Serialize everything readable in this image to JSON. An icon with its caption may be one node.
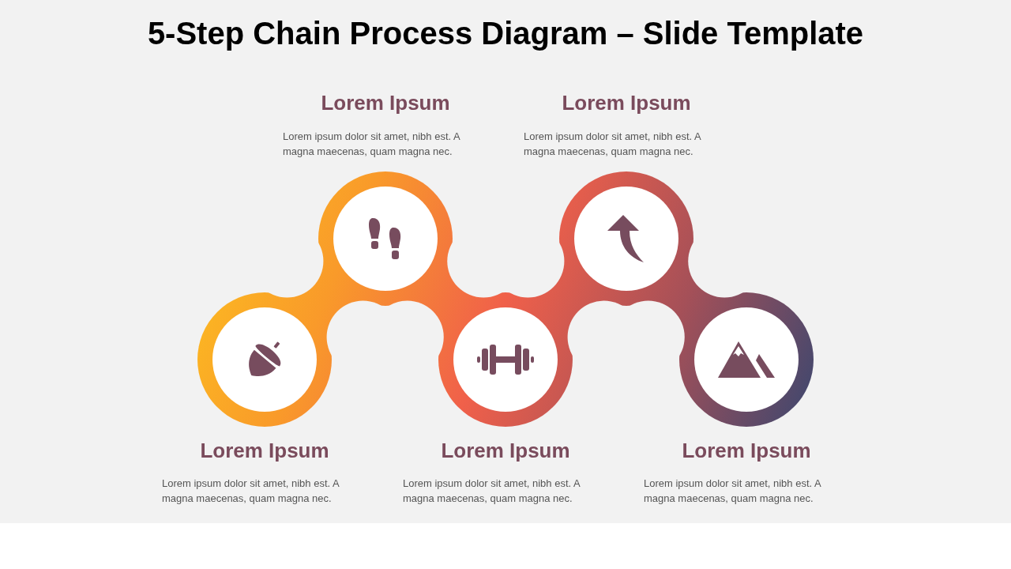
{
  "diagram": {
    "title": "5-Step Chain Process Diagram – Slide Template",
    "nodes": [
      {
        "text": [
          "Lorem Ipsum"
        ]
      },
      {
        "text": [
          "Lorem Ipsum"
        ]
      },
      {
        "text": [
          "Lorem Ipsum"
        ]
      },
      {
        "text": [
          "Lorem Ipsum"
        ]
      },
      {
        "text": [
          "Lorem Ipsum"
        ]
      }
    ],
    "labels": [
      "Lorem ipsum dolor sit amet, nibh est. A magna maecenas, quam magna nec.",
      "Lorem ipsum dolor sit amet, nibh est. A magna maecenas, quam magna nec.",
      "Lorem ipsum dolor sit amet, nibh est. A magna maecenas, quam magna nec.",
      "Lorem ipsum dolor sit amet, nibh est. A magna maecenas, quam magna nec.",
      "Lorem ipsum dolor sit amet, nibh est. A magna maecenas, quam magna nec."
    ]
  }
}
